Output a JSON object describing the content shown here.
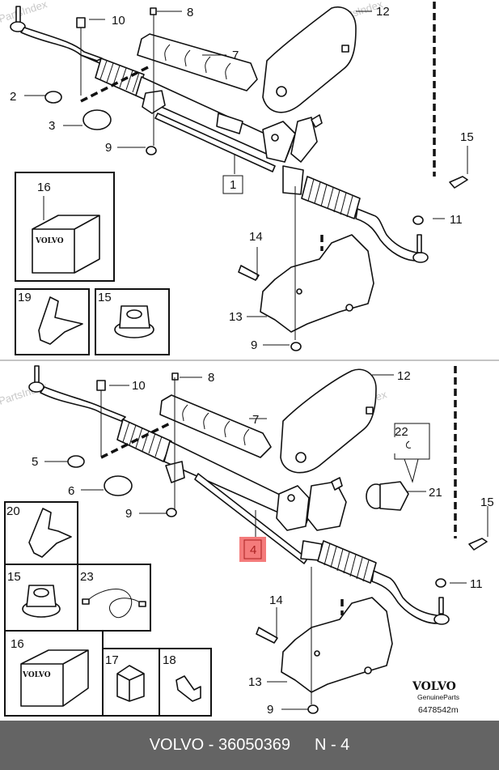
{
  "diagram": {
    "title": "Steering gear / power steering rack",
    "watermark": "PartsIndex",
    "upper": {
      "callouts": [
        "1",
        "2",
        "3",
        "7",
        "8",
        "9",
        "9",
        "10",
        "11",
        "12",
        "13",
        "14",
        "15"
      ],
      "insets": [
        {
          "number": "16",
          "label": "VOLVO"
        },
        {
          "number": "19"
        },
        {
          "number": "15"
        }
      ]
    },
    "lower": {
      "callouts": [
        "4",
        "5",
        "6",
        "7",
        "8",
        "9",
        "9",
        "10",
        "11",
        "12",
        "13",
        "14",
        "15",
        "21",
        "22"
      ],
      "highlighted_callout": "4",
      "highlight_color": "#f47b7b",
      "insets": [
        {
          "number": "20"
        },
        {
          "number": "15"
        },
        {
          "number": "23"
        },
        {
          "number": "16",
          "label": "VOLVO"
        },
        {
          "number": "17"
        },
        {
          "number": "18"
        }
      ]
    },
    "logo": {
      "brand": "VOLVO",
      "tagline": "GenuineParts",
      "drawing_number": "6478542m"
    }
  },
  "footer": {
    "brand": "VOLVO",
    "separator": "-",
    "part_number": "36050369",
    "page_label": "N - 4",
    "background": "#646464"
  }
}
